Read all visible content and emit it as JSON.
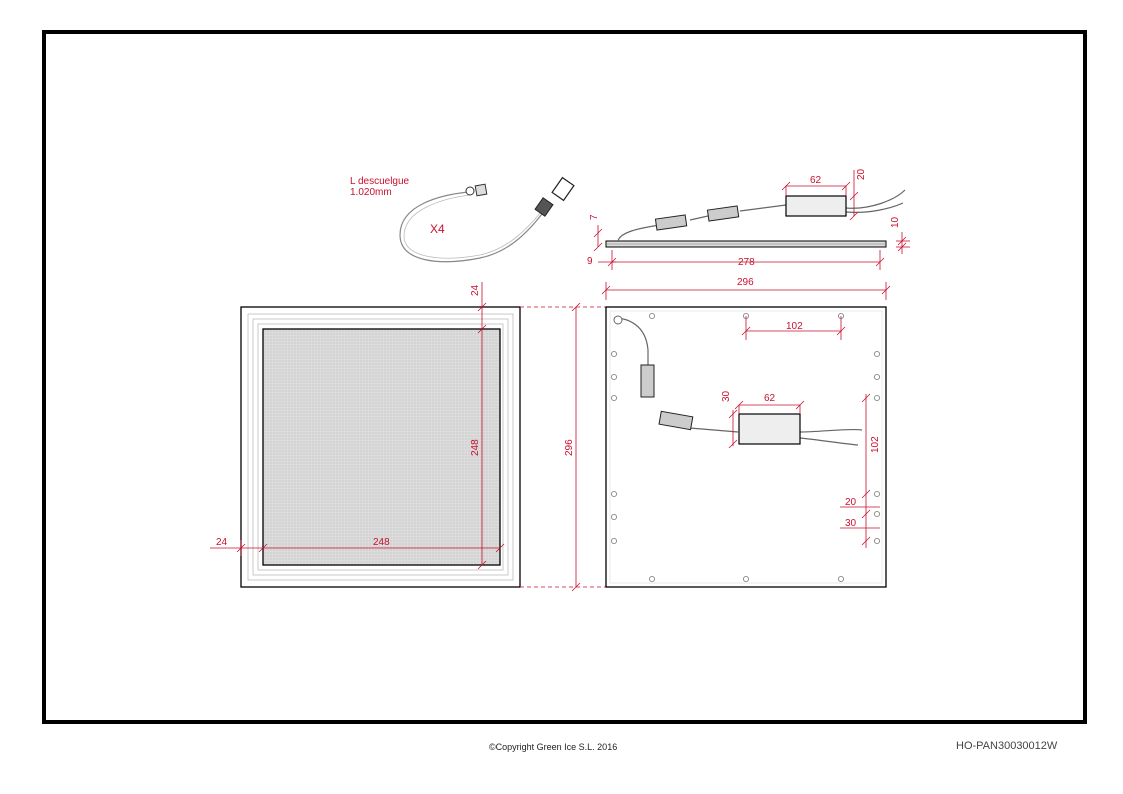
{
  "footer": {
    "copyright": "©Copyright Green Ice S.L. 2016",
    "reference": "HO-PAN30030012W"
  },
  "cable": {
    "label_line1": "L descuelgue",
    "label_line2": "1.020mm",
    "quantity": "X4"
  },
  "side_view": {
    "driver_length": "62",
    "driver_height": "20",
    "panel_thickness": "10",
    "cable_height": "7",
    "edge_offset": "9",
    "inner_length": "278",
    "overall_length": "296"
  },
  "front_view": {
    "frame_top": "24",
    "frame_left": "24",
    "inner_height": "248",
    "inner_width": "248",
    "overall_height": "296"
  },
  "back_view": {
    "hole_spacing_top": "102",
    "driver_length": "62",
    "driver_height": "30",
    "hole_spacing_side": "102",
    "hole_pitch_a": "20",
    "hole_pitch_b": "30"
  },
  "colors": {
    "dimension": "#c8102e",
    "outline": "#000000",
    "panel_fill": "#d6d6d6"
  }
}
